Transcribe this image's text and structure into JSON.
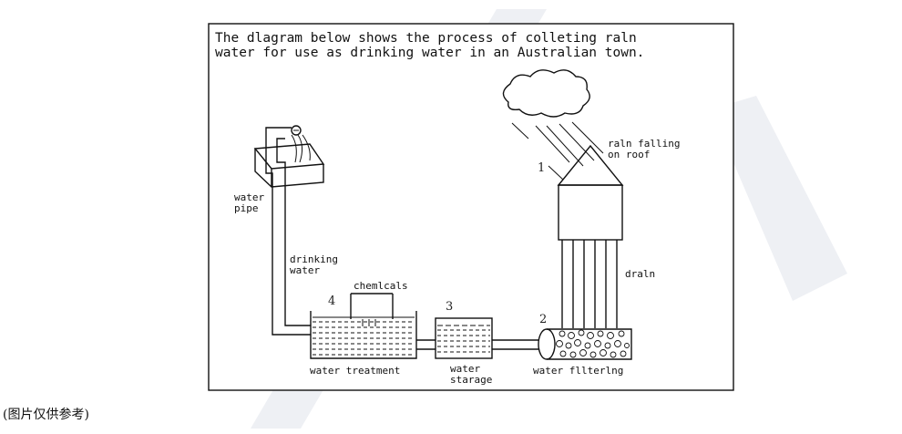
{
  "diagram": {
    "title_line1": "The dlagram below shows the process of colleting raln",
    "title_line2": "water for use as drinking water in an Australian town.",
    "labels": {
      "rain_line1": "raln falling",
      "rain_line2": "on roof",
      "water_pipe_line1": "water",
      "water_pipe_line2": "pipe",
      "drinking_line1": "drinking",
      "drinking_line2": "water",
      "chemicals": "chemlcals",
      "drain": "draln",
      "water_treatment": "water treatment",
      "water_storage_line1": "water",
      "water_storage_line2": "starage",
      "water_filtering": "water fllterlng"
    },
    "step_numbers": {
      "one": "1",
      "two": "2",
      "three": "3",
      "four": "4"
    }
  },
  "footer_note": "(图片仅供参考)"
}
